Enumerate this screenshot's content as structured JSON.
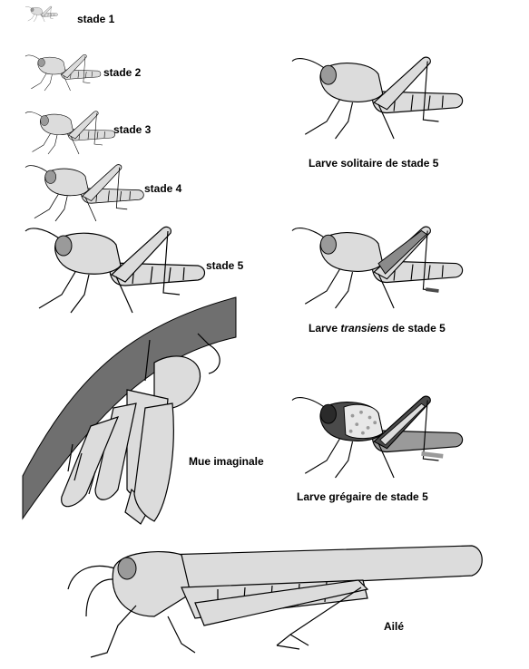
{
  "labels": {
    "stade1": "stade 1",
    "stade2": "stade 2",
    "stade3": "stade 3",
    "stade4": "stade 4",
    "stade5": "stade 5",
    "solitaire": "Larve solitaire de stade 5",
    "transiens_prefix": "Larve ",
    "transiens_italic": "transiens",
    "transiens_suffix": " de stade 5",
    "gregaire": "Larve grégaire de stade 5",
    "mue": "Mue imaginale",
    "aile": "Ailé"
  },
  "colors": {
    "body_light": "#dcdcdc",
    "body_mid": "#9a9a9a",
    "body_dark": "#4a4a4a",
    "branch": "#6f6f6f",
    "outline": "#000000"
  }
}
